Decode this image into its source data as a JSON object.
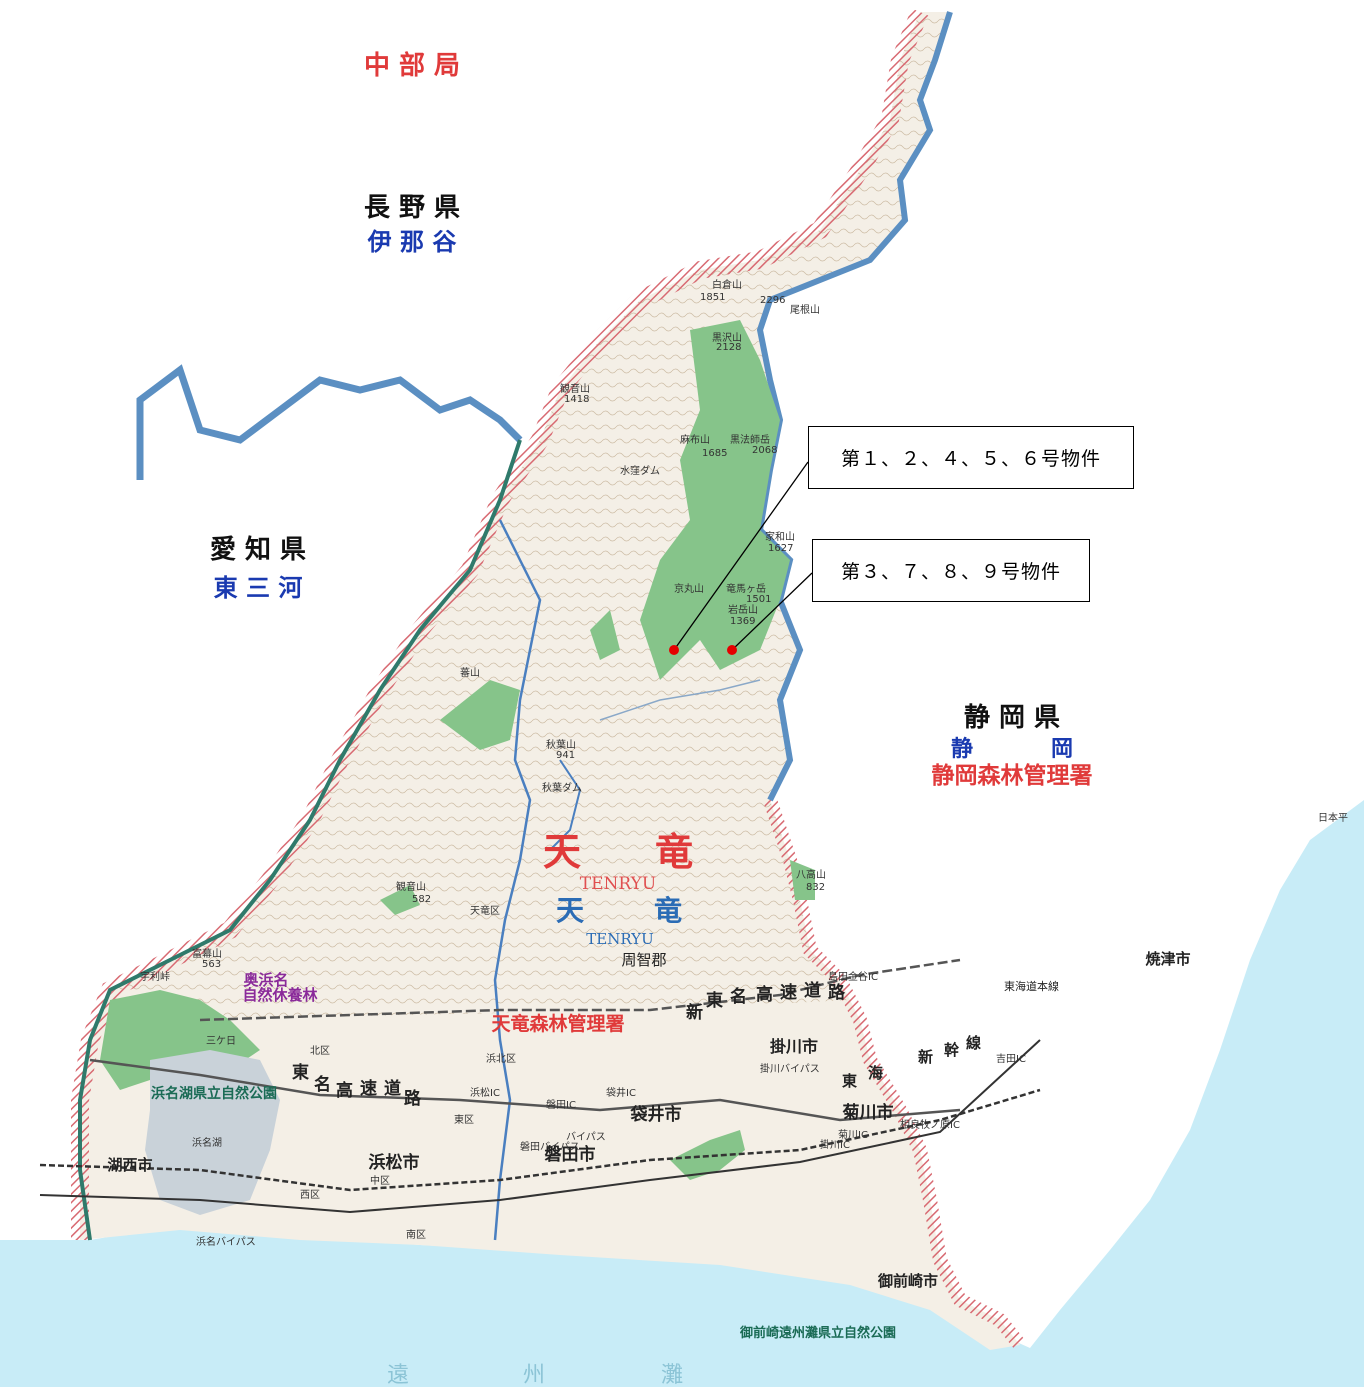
{
  "map": {
    "callouts": {
      "c1": "第１、２、４、５、６号物件",
      "c2": "第３、７、８、９号物件"
    },
    "regions": {
      "chubu": "中 部 局",
      "nagano": "長 野 県",
      "ina": "伊 那 谷",
      "aichi": "愛 知 県",
      "higashimikawa": "東 三 河",
      "shizuoka": "静 岡 県",
      "shizuoka_sub_1": "静",
      "shizuoka_sub_2": "岡",
      "shizuoka_office": "静岡森林管理署",
      "tenryu_1": "天",
      "tenryu_2": "竜",
      "tenryu_en": "TENRYU",
      "tenryu_sub_1": "天",
      "tenryu_sub_2": "竜",
      "tenryu_sub_en": "TENRYU",
      "tenryu_office": "天竜森林管理署",
      "enshu_1": "遠",
      "enshu_2": "州",
      "enshu_3": "灘"
    },
    "cities": {
      "yaizu": "焼津市",
      "hamamatsu": "浜松市",
      "iwata": "磐田市",
      "fukuroi": "袋井市",
      "kakegawa": "掛川市",
      "kikugawa": "菊川市",
      "omaezaki": "御前崎市",
      "kosai": "湖西市",
      "shuchi": "周智郡"
    },
    "roads": {
      "tomei_1": "東",
      "tomei_2": "名",
      "tomei_3": "高",
      "tomei_4": "速",
      "tomei_5": "道",
      "tomei_6": "路",
      "shintomei_1": "新",
      "shintomei_2": "東",
      "shintomei_3": "名",
      "shintomei_4": "高",
      "shintomei_5": "速",
      "shintomei_6": "道",
      "shintomei_7": "路",
      "tokai_1": "東",
      "tokai_2": "海",
      "shinkansen_1": "新",
      "shinkansen_2": "幹",
      "shinkansen_3": "線",
      "tokaido": "東海道本線"
    },
    "parks": {
      "hamanako": "浜名湖県立自然公園",
      "omaezaki_park": "御前崎遠州灘県立自然公園",
      "okuhamana": "奥浜名",
      "shizen": "自然休養林"
    },
    "mountains": {
      "shirakura": "白倉山",
      "shirakura_h": "1851",
      "kurosawa": "黒沢山",
      "kurosawa_h": "2128",
      "onegayama": "尾根山",
      "onegayama_h": "2296",
      "kannonsan": "観音山",
      "kannonsan_h": "1418",
      "mafusan": "麻布山",
      "mafusan_h": "1685",
      "kurohoshi": "黒法師岳",
      "kurohoshi_h": "2068",
      "iwatake": "岩岳山",
      "iwatake_h": "1369",
      "kyomaru": "京丸山",
      "tokamagatake": "竜馬ヶ岳",
      "tokamagatake_h": "1501",
      "bandaisan": "蕃山",
      "akibasan": "秋葉山",
      "akibasan_h": "941",
      "kuratsuki": "観音山",
      "kuratsuki_h": "582",
      "hachiman": "八高山",
      "hachiman_h": "832",
      "tomisan": "富幕山",
      "tomisan_h": "563",
      "yosanji": "家和山",
      "yosanji_h": "1627"
    },
    "places": {
      "suiryu": "水窪ダム",
      "akiba_dam": "秋葉ダム",
      "tenryu_ku": "天竜区",
      "kita_ku": "北区",
      "nishi_ku": "西区",
      "naka_ku": "中区",
      "minami_ku": "南区",
      "higashi_ku": "東区",
      "hamakita": "浜北区",
      "nihondaira": "日本平",
      "shimada_ic": "島田金谷IC",
      "yoshida_ic": "吉田IC",
      "makinohara_ic": "相良牧ノ原IC",
      "kakegawa_ic": "掛川IC",
      "kikugawa_ic": "菊川IC",
      "iwata_ic": "磐田IC",
      "fukuroi_ic": "袋井IC",
      "hamamatsu_ic": "浜松IC",
      "mikkabi": "三ケ日",
      "tomigasaki": "宇利峠",
      "bypass": "バイパス",
      "omaezaki_bypass": "浜名バイパス",
      "kakegawa_bypass": "掛川バイパス",
      "iwata_bypass": "磐田バイパス",
      "hamanako_lake": "浜名湖"
    },
    "colors": {
      "sea": "#c8ecf7",
      "border_pink": "#e0707a",
      "border_blue": "#5b8fc2",
      "forest": "#86c48a",
      "land": "#f4efe6",
      "lake": "#c9d2d9",
      "marker": "#e50000"
    }
  }
}
